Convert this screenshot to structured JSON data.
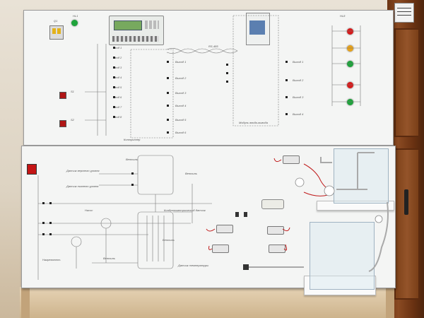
{
  "scene": {
    "description_free": true,
    "colors": {
      "board": "#f4f5f4",
      "lamp_red": "#d61b1b",
      "lamp_yellow": "#e7a21a",
      "lamp_green": "#1ea33b",
      "door": "#7a3f18",
      "plc_screen": "#77a95e"
    }
  },
  "upper_panel": {
    "sign_left": "Q1",
    "lamp_left_label": "HL1",
    "right_group_label": "HL8",
    "bus_label": "RS-485",
    "lamp_column": [
      {
        "color": "red",
        "name": "lamp-red-1"
      },
      {
        "color": "yellow",
        "name": "lamp-yellow"
      },
      {
        "color": "green",
        "name": "lamp-green-1"
      },
      {
        "color": "red",
        "name": "lamp-red-2"
      },
      {
        "color": "green",
        "name": "lamp-green-2"
      }
    ],
    "button_labels": [
      "S1",
      "S2"
    ],
    "left_list": [
      "Вход 1",
      "Вход 2",
      "Вход 3",
      "Вход 4",
      "Вход 5",
      "Вход 6",
      "Вход 7",
      "Вход 8"
    ],
    "mid_outputs": [
      "Выход 1",
      "Выход 2",
      "Выход 3",
      "Выход 4",
      "Выход 5",
      "Выход 6"
    ],
    "right_outputs": [
      "Выход 1",
      "Выход 2",
      "Выход 3",
      "Выход 4"
    ],
    "caption_mid": "Контроллер",
    "caption_right": "Модуль ввода-вывода"
  },
  "lower_panel": {
    "labels": [
      "Датчик верхнего уровня",
      "Датчик нижнего уровня",
      "Насос",
      "Вентиль",
      "Вентиль",
      "Кондуктометрический датчик",
      "Датчик температуры",
      "Нагреватель",
      "Вентиль",
      "Вентиль"
    ]
  }
}
